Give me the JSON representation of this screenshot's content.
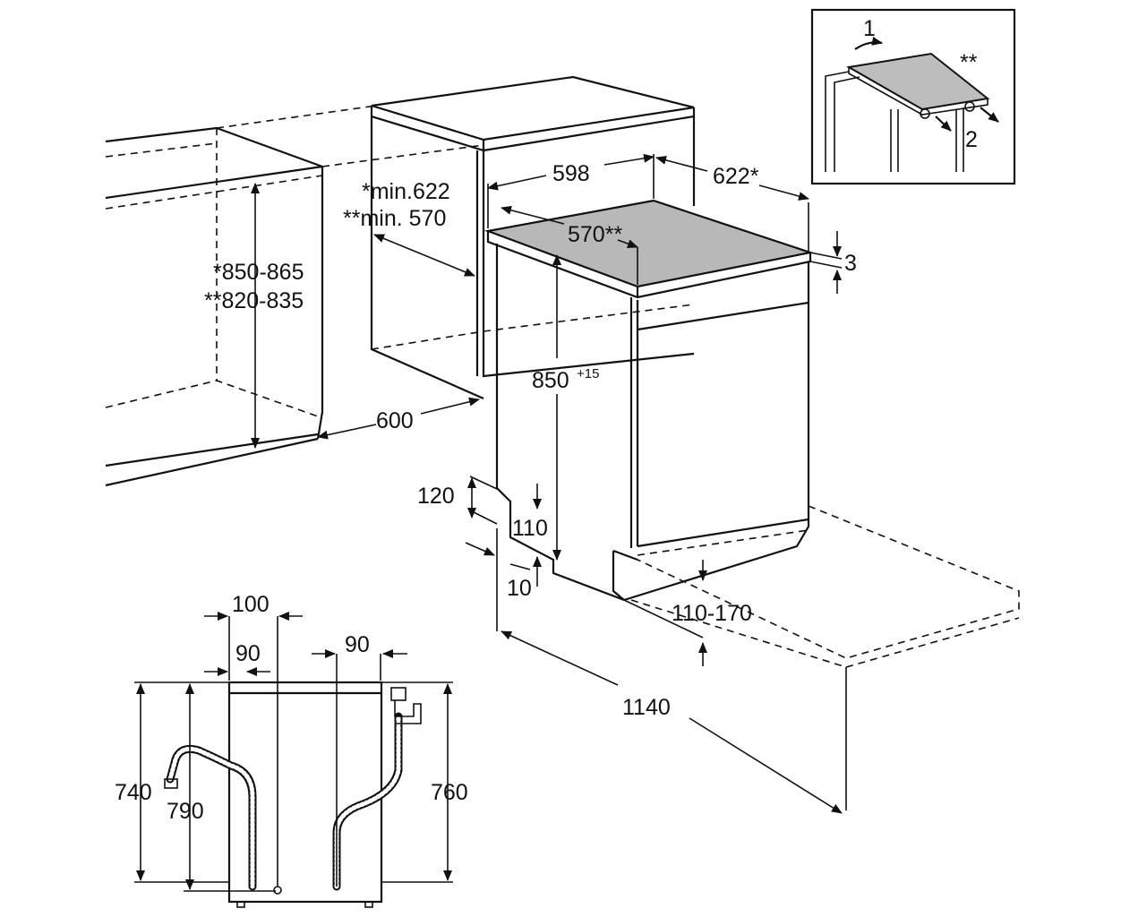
{
  "labels": {
    "cabinet_height_a": "*850-865",
    "cabinet_height_b": "**820-835",
    "cabinet_depth": "600",
    "niche_min_a": "*min.622",
    "niche_min_b": "**min. 570",
    "width": "598",
    "depth_a": "622*",
    "depth_b": "570**",
    "top_thickness": "3",
    "height_main": "850",
    "height_tol": "+15",
    "plinth_120": "120",
    "plinth_110": "110",
    "plinth_10": "10",
    "feet_adjust": "110-170",
    "door_open": "1140",
    "inset_step1": "1",
    "inset_step2": "2",
    "inset_mark": "**",
    "back_100": "100",
    "back_90_left": "90",
    "back_90_right": "90",
    "back_740": "740",
    "back_790": "790",
    "back_760": "760"
  },
  "colors": {
    "line": "#111111",
    "worktop": "#b8b8b8"
  }
}
